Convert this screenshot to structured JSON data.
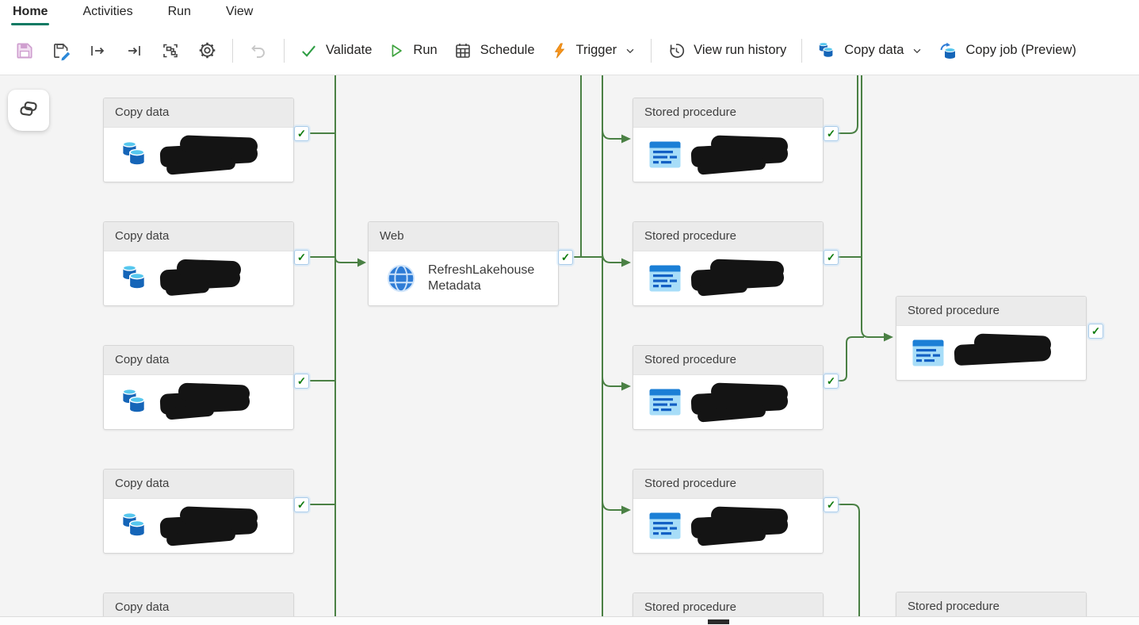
{
  "menu": {
    "tabs": [
      {
        "label": "Home",
        "active": true
      },
      {
        "label": "Activities",
        "active": false
      },
      {
        "label": "Run",
        "active": false
      },
      {
        "label": "View",
        "active": false
      }
    ]
  },
  "toolbar": {
    "icon_buttons": [
      "save-icon (disabled)",
      "save-as-edit-icon",
      "bar-to-arrow-icon",
      "arrow-to-bar-icon",
      "auto-align-icon",
      "settings-gear-icon",
      "undo-icon (disabled)"
    ],
    "buttons": {
      "validate": "Validate",
      "run": "Run",
      "schedule": "Schedule",
      "trigger": "Trigger",
      "view_run_history": "View run history",
      "copy_data": "Copy data",
      "copy_job": "Copy job (Preview)"
    }
  },
  "canvas": {
    "check_glyph": "✓",
    "copilot_button_icon": "copilot-icon",
    "nodes": [
      {
        "type_label": "Copy data",
        "name_redacted": true,
        "status": "succeeded"
      },
      {
        "type_label": "Copy data",
        "name_redacted": true,
        "status": "succeeded"
      },
      {
        "type_label": "Copy data",
        "name_redacted": true,
        "status": "succeeded"
      },
      {
        "type_label": "Copy data",
        "name_redacted": true,
        "status": "succeeded"
      },
      {
        "type_label": "Copy data",
        "partial": true
      },
      {
        "type_label": "Web",
        "name": "RefreshLakehouse Metadata",
        "status": "succeeded"
      },
      {
        "type_label": "Stored procedure",
        "name_redacted": true,
        "status": "succeeded"
      },
      {
        "type_label": "Stored procedure",
        "name_redacted": true,
        "status": "succeeded"
      },
      {
        "type_label": "Stored procedure",
        "name_redacted": true,
        "status": "succeeded"
      },
      {
        "type_label": "Stored procedure",
        "name_redacted": true,
        "status": "succeeded"
      },
      {
        "type_label": "Stored procedure",
        "partial": true
      },
      {
        "type_label": "Stored procedure",
        "name_redacted": true,
        "status": "succeeded"
      },
      {
        "type_label": "Stored procedure",
        "partial": true
      }
    ]
  },
  "colors": {
    "accent_teal": "#0e7a63",
    "connector_green": "#4a8044",
    "check_green": "#0e7c0e",
    "badge_border_blue": "#a9cbe9",
    "node_header_bg": "#ebebeb",
    "canvas_bg": "#f4f4f4",
    "icon_blue": "#1565b8",
    "icon_light_blue": "#56c7ee",
    "trigger_orange": "#f7941d",
    "save_pink": "#cf9fcf"
  }
}
